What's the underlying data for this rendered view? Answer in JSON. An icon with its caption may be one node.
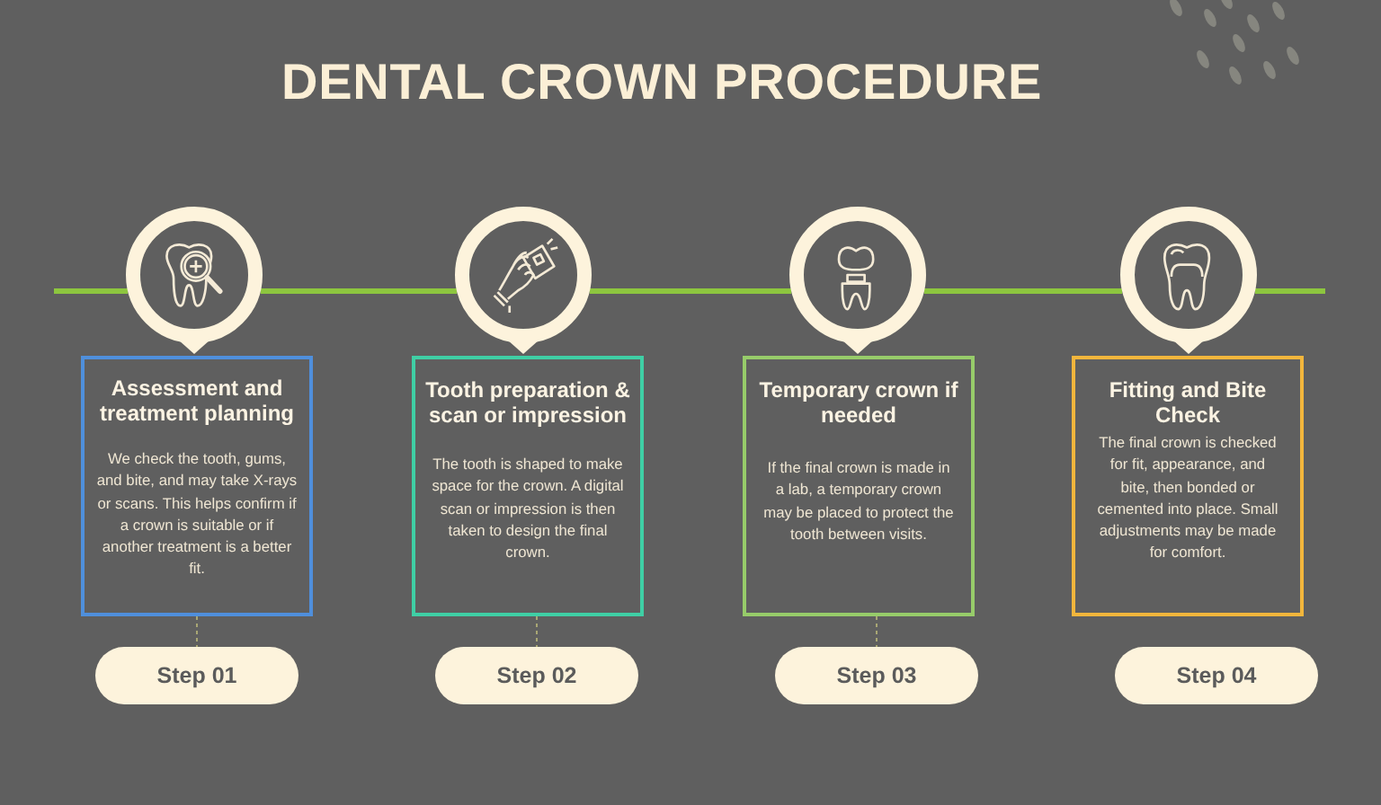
{
  "diagram": {
    "title": "DENTAL CROWN PROCEDURE",
    "nodes": [
      {
        "text": [],
        "shape": "circle"
      },
      {
        "text": [],
        "shape": "circle"
      },
      {
        "text": [],
        "shape": "circle"
      },
      {
        "text": [],
        "shape": "circle"
      },
      {
        "text": [
          "Assessment and treatment planning",
          "We check the tooth, gums, and bite, and may take X-rays or scans. This helps confirm if a crown is suitable or if another treatment is a better fit."
        ]
      },
      {
        "text": [
          "Tooth preparation & scan or impression",
          "The tooth is shaped to make space for the crown. A digital scan or impression is then taken to design the final crown."
        ]
      },
      {
        "text": [
          "Temporary crown if needed",
          "If the final crown is made in a lab, a temporary crown may be placed to protect the tooth between visits."
        ]
      },
      {
        "text": [
          "Fitting and Bite Check",
          "The final crown is checked for fit, appearance, and bite, then bonded or cemented into place. Small adjustments may be made for comfort."
        ]
      },
      {
        "text": [
          "Step 01"
        ]
      },
      {
        "text": [
          "Step 02"
        ]
      },
      {
        "text": [
          "Step 03"
        ]
      },
      {
        "text": [
          "Step 04"
        ]
      }
    ],
    "edges": [
      {
        "from": null,
        "to": 0,
        "arrow": "none"
      },
      {
        "from": 0,
        "to": 1,
        "arrow": "none"
      },
      {
        "from": 1,
        "to": 2,
        "arrow": "none"
      },
      {
        "from": 2,
        "to": 3,
        "arrow": "none"
      },
      {
        "from": 3,
        "to": null,
        "arrow": "none"
      },
      {
        "from": 4,
        "to": 8,
        "arrow": "none",
        "style": "dashed",
        "color": "#a9a774"
      },
      {
        "from": 5,
        "to": 9,
        "arrow": "none",
        "style": "dashed",
        "color": "#a9a774"
      },
      {
        "from": 6,
        "to": 10,
        "arrow": "none",
        "style": "dashed",
        "color": "#a9a774"
      }
    ]
  }
}
